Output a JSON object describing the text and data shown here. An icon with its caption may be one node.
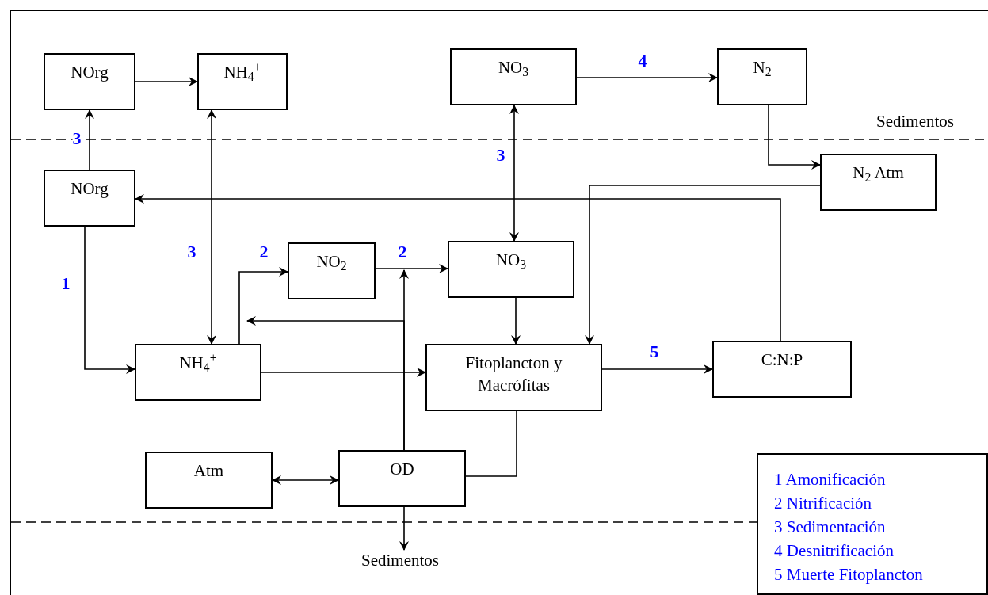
{
  "diagram": {
    "nodes": [
      {
        "text": [
          "NOrg"
        ]
      },
      {
        "text": [
          "NH$_{4}$$^{+}$"
        ]
      },
      {
        "text": [
          "NO$_{3}$"
        ]
      },
      {
        "text": [
          "N$_{2}$"
        ]
      },
      {
        "text": [
          "NOrg"
        ]
      },
      {
        "text": [
          "N$_{2}$ Atm"
        ]
      },
      {
        "text": [
          "NO$_{2}$"
        ]
      },
      {
        "text": [
          "NO$_{3}$"
        ]
      },
      {
        "text": [
          "NH$_{4}$$^{+}$"
        ]
      },
      {
        "text": [
          "Fitoplancton y Macrófitas"
        ]
      },
      {
        "text": [
          "C:N:P"
        ]
      },
      {
        "text": [
          "Atm"
        ]
      },
      {
        "text": [
          "OD"
        ]
      },
      {
        "text": [
          "Sedimentos"
        ]
      },
      {
        "text": [
          "1 Amonificación",
          "2 Nitrificación",
          "3 Sedimentación",
          "4 Desnitrificación",
          "5 Muerte Fitoplancton"
        ]
      }
    ],
    "edges": [
      {
        "from": 0,
        "to": 1,
        "arrow": "to"
      },
      {
        "from": 4,
        "to": 0,
        "arrow": "to",
        "label": "3"
      },
      {
        "from": 1,
        "to": 8,
        "arrow": "both",
        "label": "3"
      },
      {
        "from": 2,
        "to": 7,
        "arrow": "both",
        "label": "3"
      },
      {
        "from": 2,
        "to": 3,
        "arrow": "to",
        "label": "4"
      },
      {
        "from": 3,
        "to": 5,
        "arrow": "to"
      },
      {
        "from": 5,
        "to": 9,
        "arrow": "to"
      },
      {
        "from": 10,
        "to": 4,
        "arrow": "to"
      },
      {
        "from": 4,
        "to": 8,
        "arrow": "to",
        "label": "1"
      },
      {
        "from": 8,
        "to": 6,
        "arrow": "to",
        "label": "2"
      },
      {
        "from": 6,
        "to": 7,
        "arrow": "to",
        "label": "2"
      },
      {
        "from": 12,
        "to": null,
        "arrow": "to"
      },
      {
        "from": 12,
        "to": 8,
        "arrow": "to"
      },
      {
        "from": 8,
        "to": 9,
        "arrow": "to"
      },
      {
        "from": 7,
        "to": 9,
        "arrow": "to"
      },
      {
        "from": 9,
        "to": 10,
        "arrow": "to",
        "label": "5"
      },
      {
        "from": 9,
        "to": 12,
        "arrow": "none"
      },
      {
        "from": 11,
        "to": 12,
        "arrow": "both"
      },
      {
        "from": 12,
        "to": 13,
        "arrow": "to"
      }
    ],
    "labels": [
      "Sedimentos"
    ]
  }
}
